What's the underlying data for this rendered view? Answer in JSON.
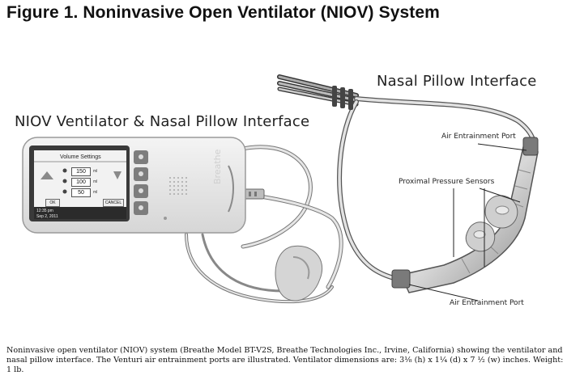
{
  "figure": {
    "title": "Figure 1. Noninvasive Open Ventilator (NIOV) System"
  },
  "labels": {
    "ventilator_assembly": "NIOV Ventilator & Nasal Pillow Interface",
    "nasal_pillow_interface": "Nasal Pillow Interface",
    "air_entrainment_port_top": "Air Entrainment Port",
    "proximal_pressure_sensors": "Proximal Pressure Sensors",
    "air_entrainment_port_bottom": "Air Entrainment Port"
  },
  "device": {
    "screen_title": "Volume Settings",
    "field_1": "150",
    "field_2": "100",
    "field_3": "50",
    "unit": "ml",
    "ok_button": "OK",
    "cancel_button": "CANCEL",
    "time": "12:35 pm",
    "date": "Sep 2, 2011",
    "brand": "Breathe"
  },
  "caption": {
    "text": "Noninvasive open ventilator (NIOV) system (Breathe Model BT-V2S, Breathe Technologies Inc., Irvine, California) showing the ventilator and nasal pillow interface.  The  Venturi air entrainment ports are illustrated.  Ventilator dimensions are: 3⅛ (h) x 1¼ (d) x 7 ½ (w) inches. Weight: 1 lb."
  },
  "colors": {
    "background": "#ffffff",
    "device_body": "#e9e9e9",
    "tube": "#cfcfcf"
  }
}
